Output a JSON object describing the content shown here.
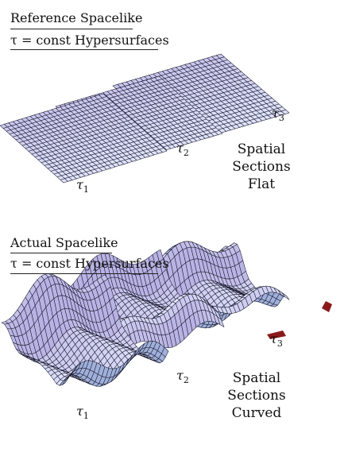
{
  "top_panel": {
    "title_line1": "Reference Spacelike",
    "title_line2": "τ = const Hypersurfaces",
    "tau_labels": [
      "τ1",
      "τ2",
      "τ3"
    ],
    "note_lines": [
      "Spatial",
      "Sections",
      "Flat"
    ]
  },
  "bottom_panel": {
    "title_line1": "Actual Spacelike",
    "title_line2": "τ = const Hypersurfaces",
    "tau_labels": [
      "τ1",
      "τ2",
      "τ3"
    ],
    "note_lines": [
      "Spatial",
      "Sections",
      "Curved"
    ]
  },
  "colors": {
    "surface_light": "#e6ecff",
    "surface_shade": "#9fb0da",
    "surface_purple": "#c9b9e8",
    "grid_line": "#1a1a2e",
    "underside_red": "#8b1a1a"
  }
}
